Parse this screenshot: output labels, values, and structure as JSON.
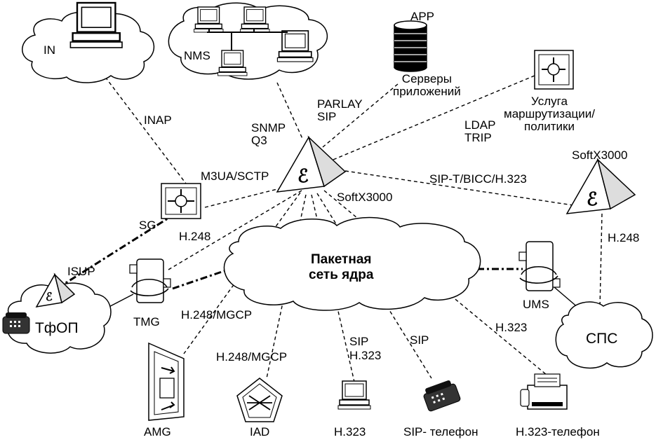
{
  "nodes": {
    "in": "IN",
    "nms": "NMS",
    "app": "APP",
    "app_servers": "Серверы\nприложений",
    "routing": "Услуга\nмаршрутизации/\nполитики",
    "softx_center": "SoftX3000",
    "softx_right": "SoftX3000",
    "sg": "SG",
    "tmg": "TMG",
    "pstn": "ТфОП",
    "core": "Пакетная\nсеть ядра",
    "ums": "UMS",
    "sps": "СПС",
    "amg": "AMG",
    "iad": "IAD",
    "h323_pc": "H.323",
    "sip_phone": "SIP- телефон",
    "h323_phone": "H.323-телефон"
  },
  "links": {
    "inap": "INAP",
    "snmp": "SNMP\nQ3",
    "parlay": "PARLAY\nSIP",
    "ldap": "LDAP\nTRIP",
    "m3ua": "M3UA/SCTP",
    "sip_t": "SIP-T/BICC/H.323",
    "h248_sg": "H.248",
    "h248_right": "H.248",
    "isup": "ISUP",
    "h248_mgcp_amg": "H.248/MGCP",
    "h248_mgcp_iad": "H.248/MGCP",
    "sip_h323": "SIP\nH.323",
    "sip": "SIP",
    "h323": "H.323"
  }
}
